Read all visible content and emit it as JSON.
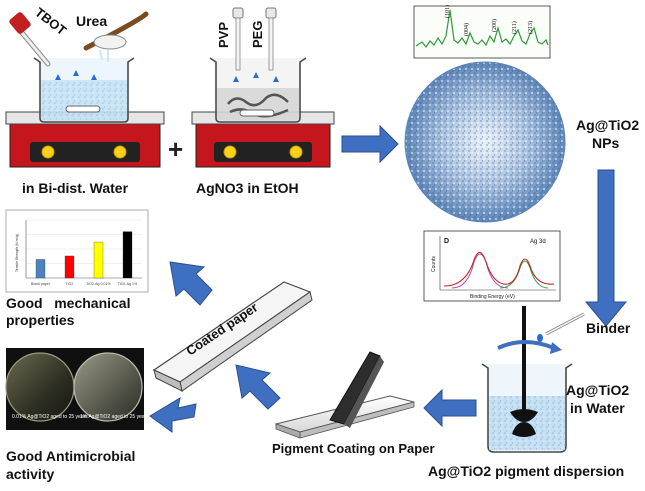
{
  "steps": {
    "water_label": "in Bi-dist. Water",
    "ethanol_label": "AgNO3 in EtOH",
    "plus_sign": "+",
    "nps_label_line1": "Ag@TiO2",
    "nps_label_line2": "NPs",
    "binder_label": "Binder",
    "in_water_line1": "Ag@TiO2",
    "in_water_line2": "in Water",
    "dispersion_label": "Ag@TiO2 pigment dispersion",
    "coating_label": "Pigment Coating on Paper",
    "coated_paper_label": "Coated paper",
    "mechanical_line1": "Good   mechanical",
    "mechanical_line2": "properties",
    "antimicrobial_line1": "Good Antimicrobial",
    "antimicrobial_line2": "activity"
  },
  "reagents": {
    "tbot": "TBOT",
    "urea": "Urea",
    "pvp": "PVP",
    "peg": "PEG"
  },
  "xrd_peaks": [
    "(101)",
    "(004)",
    "(200)",
    "(211)",
    "(213)"
  ],
  "xps": {
    "panel_letter": "D",
    "title": "Ag 3d",
    "xlabel": "Binding Energy (eV)",
    "ylabel": "Counts"
  },
  "petri": {
    "left_caption": "0.01% Ag@TiO2 aged to 25 years",
    "right_caption": "1% Ag@TiO2 aged to 25 years"
  },
  "chart_data": {
    "type": "bar",
    "categories": [
      "Blank paper",
      "TiO2",
      "TiO2-Ag 0.01%",
      "TiO2-Ag 1%"
    ],
    "values": [
      32,
      38,
      62,
      80
    ],
    "colors": [
      "#4f81bd",
      "#ff0000",
      "#ffff00",
      "#000000"
    ],
    "ylim": [
      0,
      100
    ],
    "ylabel": "Tensile Strength (N·m/g)",
    "grid": true
  },
  "colors": {
    "arrow_blue": "#3f6fc0",
    "hotplate_red": "#c4161c",
    "xrd_green": "#2f9a3a",
    "nps_blue": "#4a78b0"
  }
}
